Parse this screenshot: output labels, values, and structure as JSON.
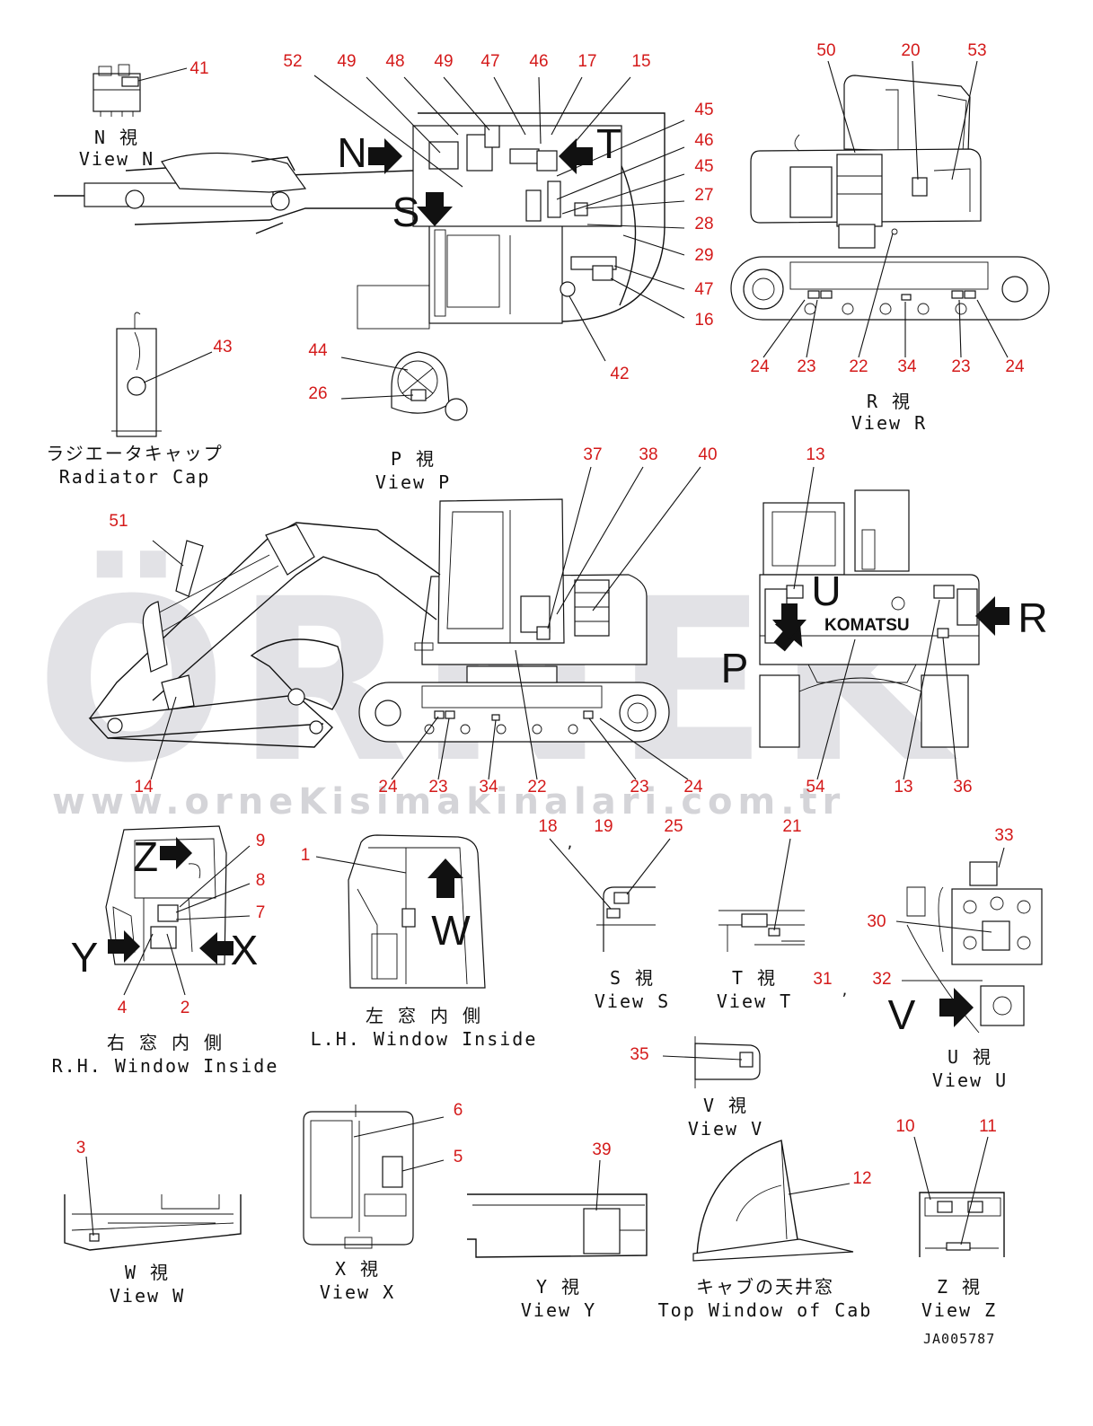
{
  "watermark": {
    "brand": "ÖRNEK",
    "url": "www.orneKisimakinalari.com.tr"
  },
  "drawing_ref": "JA005787",
  "brand_label": "KOMATSU",
  "colors": {
    "callout": "#d41a1a",
    "line": "#111111",
    "watermark": "#e2e2e6"
  },
  "captions": {
    "view_n": {
      "jp": "N 視",
      "en": "View N"
    },
    "radiator_cap": {
      "jp": "ラジエータキャップ",
      "en": "Radiator Cap"
    },
    "view_p": {
      "jp": "P 視",
      "en": "View P"
    },
    "view_r": {
      "jp": "R 視",
      "en": "View R"
    },
    "rh_window": {
      "jp": "右 窓 内 側",
      "en": "R.H. Window Inside"
    },
    "lh_window": {
      "jp": "左 窓 内 側",
      "en": "L.H. Window Inside"
    },
    "view_s": {
      "jp": "S 視",
      "en": "View S"
    },
    "view_t": {
      "jp": "T 視",
      "en": "View T"
    },
    "view_u": {
      "jp": "U 視",
      "en": "View U"
    },
    "view_v": {
      "jp": "V 視",
      "en": "View V"
    },
    "view_w": {
      "jp": "W 視",
      "en": "View W"
    },
    "view_x": {
      "jp": "X 視",
      "en": "View X"
    },
    "view_y": {
      "jp": "Y 視",
      "en": "View Y"
    },
    "top_window": {
      "jp": "キャブの天井窓",
      "en": "Top Window of Cab"
    },
    "view_z": {
      "jp": "Z 視",
      "en": "View Z"
    }
  },
  "view_letters": {
    "n": "N",
    "t": "T",
    "s": "S",
    "r": "R",
    "u": "U",
    "p": "P",
    "z": "Z",
    "y": "Y",
    "x": "X",
    "w": "W",
    "v": "V"
  },
  "callouts": {
    "top_view": [
      "52",
      "49",
      "48",
      "49",
      "47",
      "46",
      "17",
      "15",
      "45",
      "46",
      "45",
      "27",
      "28",
      "29",
      "47",
      "16",
      "42"
    ],
    "view_n": [
      "41"
    ],
    "view_r": [
      "50",
      "20",
      "53",
      "24",
      "23",
      "22",
      "34",
      "23",
      "24"
    ],
    "radiator_cap": [
      "43"
    ],
    "view_p": [
      "44",
      "26"
    ],
    "side_view": [
      "51",
      "37",
      "38",
      "40",
      "14",
      "24",
      "23",
      "34",
      "22",
      "23",
      "24"
    ],
    "rear_view": [
      "13",
      "54",
      "13",
      "36"
    ],
    "rh_window": [
      "9",
      "8",
      "7",
      "4",
      "2"
    ],
    "lh_window": [
      "1"
    ],
    "view_s": [
      "18",
      "19",
      "25"
    ],
    "view_t": [
      "21"
    ],
    "view_u": [
      "33",
      "30",
      "31",
      "32"
    ],
    "view_v": [
      "35"
    ],
    "view_x": [
      "6",
      "5"
    ],
    "view_w": [
      "3"
    ],
    "view_y": [
      "39"
    ],
    "top_window": [
      "12"
    ],
    "view_z": [
      "10",
      "11"
    ]
  },
  "separators": {
    "comma": ","
  }
}
